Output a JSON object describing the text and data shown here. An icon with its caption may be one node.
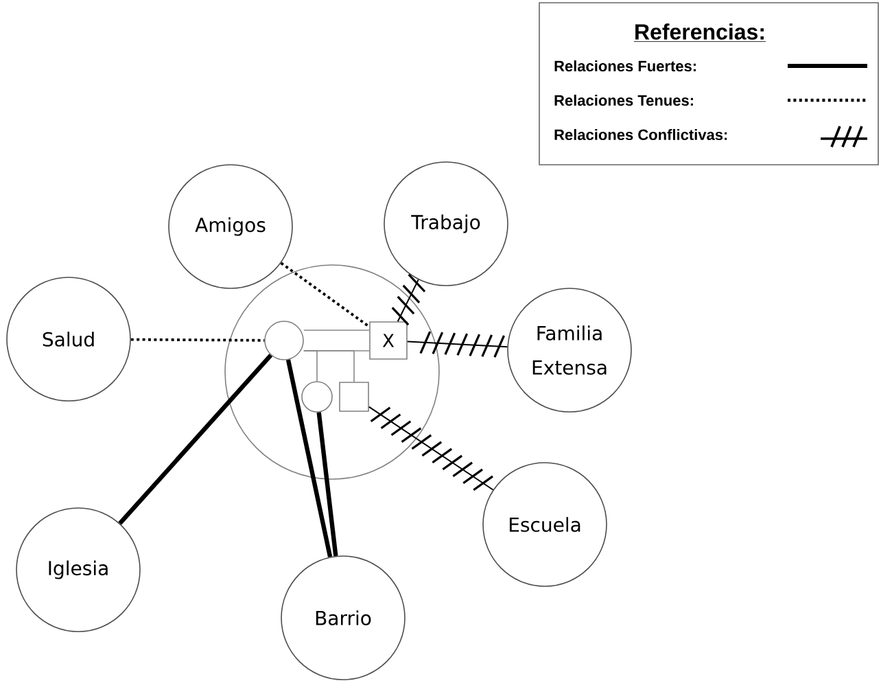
{
  "diagram": {
    "nodes": [
      {
        "text": [],
        "shape": "circle"
      },
      {
        "text": [],
        "shape": "circle",
        "in": 0
      },
      {
        "text": [
          "X"
        ],
        "in": 0
      },
      {
        "text": [],
        "shape": "circle",
        "in": 0
      },
      {
        "text": [],
        "shape": "box",
        "in": 0
      },
      {
        "text": [
          "Amigos"
        ]
      },
      {
        "text": [
          "Trabajo"
        ]
      },
      {
        "text": [
          "Salud"
        ]
      },
      {
        "text": [
          "Familia Extensa"
        ]
      },
      {
        "text": [
          "Iglesia"
        ]
      },
      {
        "text": [
          "Barrio"
        ]
      },
      {
        "text": [
          "Escuela"
        ]
      }
    ],
    "edges": [
      {
        "from": 1,
        "to": 2,
        "arrow": "none",
        "color": "#888888"
      },
      {
        "from": 1,
        "to": 2,
        "arrow": "none",
        "color": "#888888"
      },
      {
        "from": 1,
        "to": 3,
        "arrow": "none",
        "color": "#888888"
      },
      {
        "from": 1,
        "to": 4,
        "arrow": "none",
        "color": "#888888"
      },
      {
        "from": 5,
        "to": 2,
        "arrow": "none",
        "style": "dashed"
      },
      {
        "from": 6,
        "to": 2,
        "arrow": "none"
      },
      {
        "from": 7,
        "to": 1,
        "arrow": "none",
        "style": "dashed"
      },
      {
        "from": 8,
        "to": 2,
        "arrow": "none"
      },
      {
        "from": 9,
        "to": 1,
        "arrow": "none",
        "style": "thick"
      },
      {
        "from": 10,
        "to": 1,
        "arrow": "none",
        "style": "thick"
      },
      {
        "from": 10,
        "to": 3,
        "arrow": "none",
        "style": "thick"
      },
      {
        "from": 11,
        "to": 4,
        "arrow": "none"
      }
    ],
    "labels": [
      "Referencias:"
    ],
    "legend": [
      {
        "text": "Relaciones Fuertes:"
      },
      {
        "text": "Relaciones Tenues:"
      },
      {
        "text": "Relaciones Conflictivas:"
      }
    ]
  }
}
